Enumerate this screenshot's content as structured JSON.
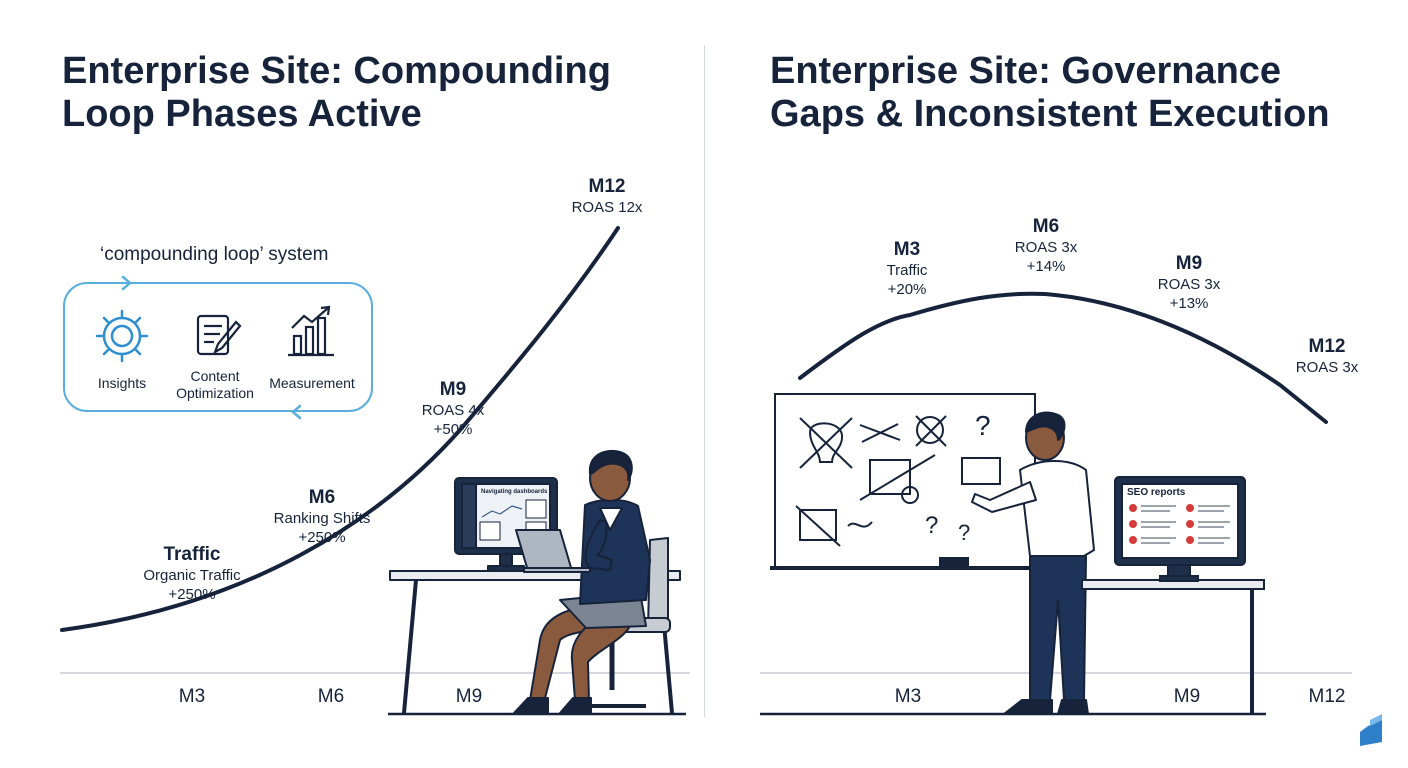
{
  "left_panel": {
    "title_line1": "Enterprise Site: Compounding",
    "title_line2": "Loop Phases Active",
    "loop_title": "‘compounding loop’ system",
    "loop_items": [
      "Insights",
      "Content\nOptimization",
      "Measurement"
    ],
    "labels": [
      {
        "head": "Traffic",
        "lines": [
          "Organic Traffic",
          "+250%"
        ]
      },
      {
        "head": "M6",
        "lines": [
          "Ranking Shifts",
          "+250%"
        ]
      },
      {
        "head": "M9",
        "lines": [
          "ROAS 4x",
          "+50%"
        ]
      },
      {
        "head": "M12",
        "lines": [
          "ROAS 12x"
        ]
      }
    ],
    "x_ticks": [
      "M3",
      "M6",
      "M9"
    ],
    "monitor_text": "Navigating dashboards"
  },
  "right_panel": {
    "title_line1": "Enterprise Site: Governance",
    "title_line2": "Gaps & Inconsistent Execution",
    "labels": [
      {
        "head": "M3",
        "lines": [
          "Traffic",
          "+20%"
        ]
      },
      {
        "head": "M6",
        "lines": [
          "ROAS 3x",
          "+14%"
        ]
      },
      {
        "head": "M9",
        "lines": [
          "ROAS 3x",
          "+13%"
        ]
      },
      {
        "head": "M12",
        "lines": [
          "ROAS 3x"
        ]
      }
    ],
    "x_ticks": [
      "M3",
      "M9",
      "M12"
    ],
    "monitor_text": "SEO reports"
  },
  "colors": {
    "curve": "#16233a",
    "loop_accent": "#5aaede",
    "logo": "#2f7fc9",
    "report_marker": "#d33b3b"
  },
  "icons": [
    "gear-icon",
    "document-pen-icon",
    "bar-chart-icon",
    "brand-logo-icon"
  ]
}
